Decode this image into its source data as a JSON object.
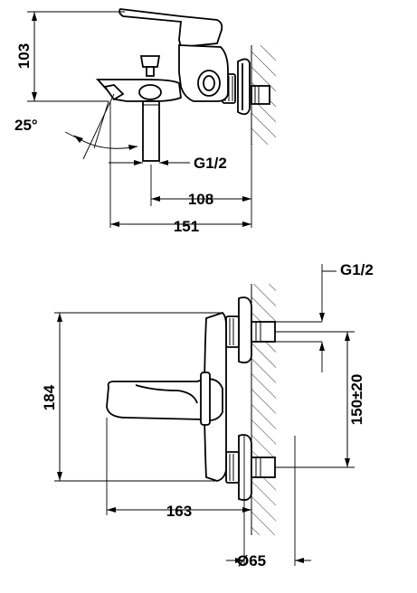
{
  "side_view": {
    "height_103": "103",
    "angle_25": "25°",
    "thread_g12": "G1/2",
    "length_108": "108",
    "length_151": "151"
  },
  "front_view": {
    "thread_g12": "G1/2",
    "height_184": "184",
    "spacing_150": "150±20",
    "depth_163": "163",
    "flange_diameter": "Ø65"
  }
}
